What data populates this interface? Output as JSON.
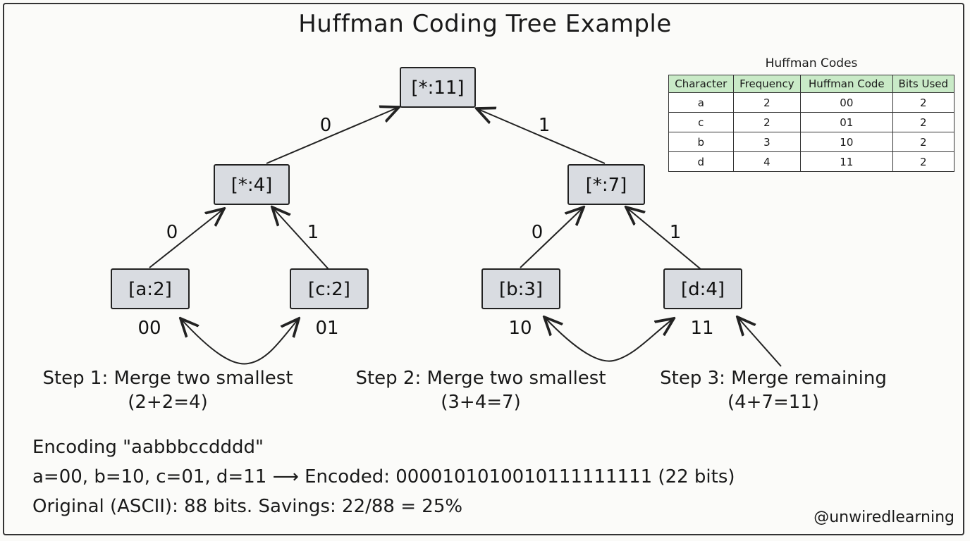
{
  "title": "Huffman Coding Tree Example",
  "nodes": {
    "root": "[*:11]",
    "left": "[*:4]",
    "right": "[*:7]",
    "a": "[a:2]",
    "c": "[c:2]",
    "b": "[b:3]",
    "d": "[d:4]"
  },
  "edge_labels": {
    "root_left": "0",
    "root_right": "1",
    "left_a": "0",
    "left_c": "1",
    "right_b": "0",
    "right_d": "1"
  },
  "leaf_codes": {
    "a": "00",
    "c": "01",
    "b": "10",
    "d": "11"
  },
  "codes_table": {
    "caption": "Huffman Codes",
    "headers": [
      "Character",
      "Frequency",
      "Huffman Code",
      "Bits Used"
    ],
    "rows": [
      [
        "a",
        "2",
        "00",
        "2"
      ],
      [
        "c",
        "2",
        "01",
        "2"
      ],
      [
        "b",
        "3",
        "10",
        "2"
      ],
      [
        "d",
        "4",
        "11",
        "2"
      ]
    ]
  },
  "steps": {
    "step1_line1": "Step 1: Merge two smallest",
    "step1_line2": "(2+2=4)",
    "step2_line1": "Step 2: Merge two smallest",
    "step2_line2": "(3+4=7)",
    "step3_line1": "Step 3: Merge remaining",
    "step3_line2": "(4+7=11)"
  },
  "encoding": {
    "line1": "Encoding \"aabbbccdddd\"",
    "line2": "a=00, b=10, c=01, d=11 ⟶ Encoded: 0000101010010111111111 (22 bits)",
    "line3": "Original (ASCII): 88 bits. Savings: 22/88 = 25%"
  },
  "handle": "@unwiredlearning"
}
